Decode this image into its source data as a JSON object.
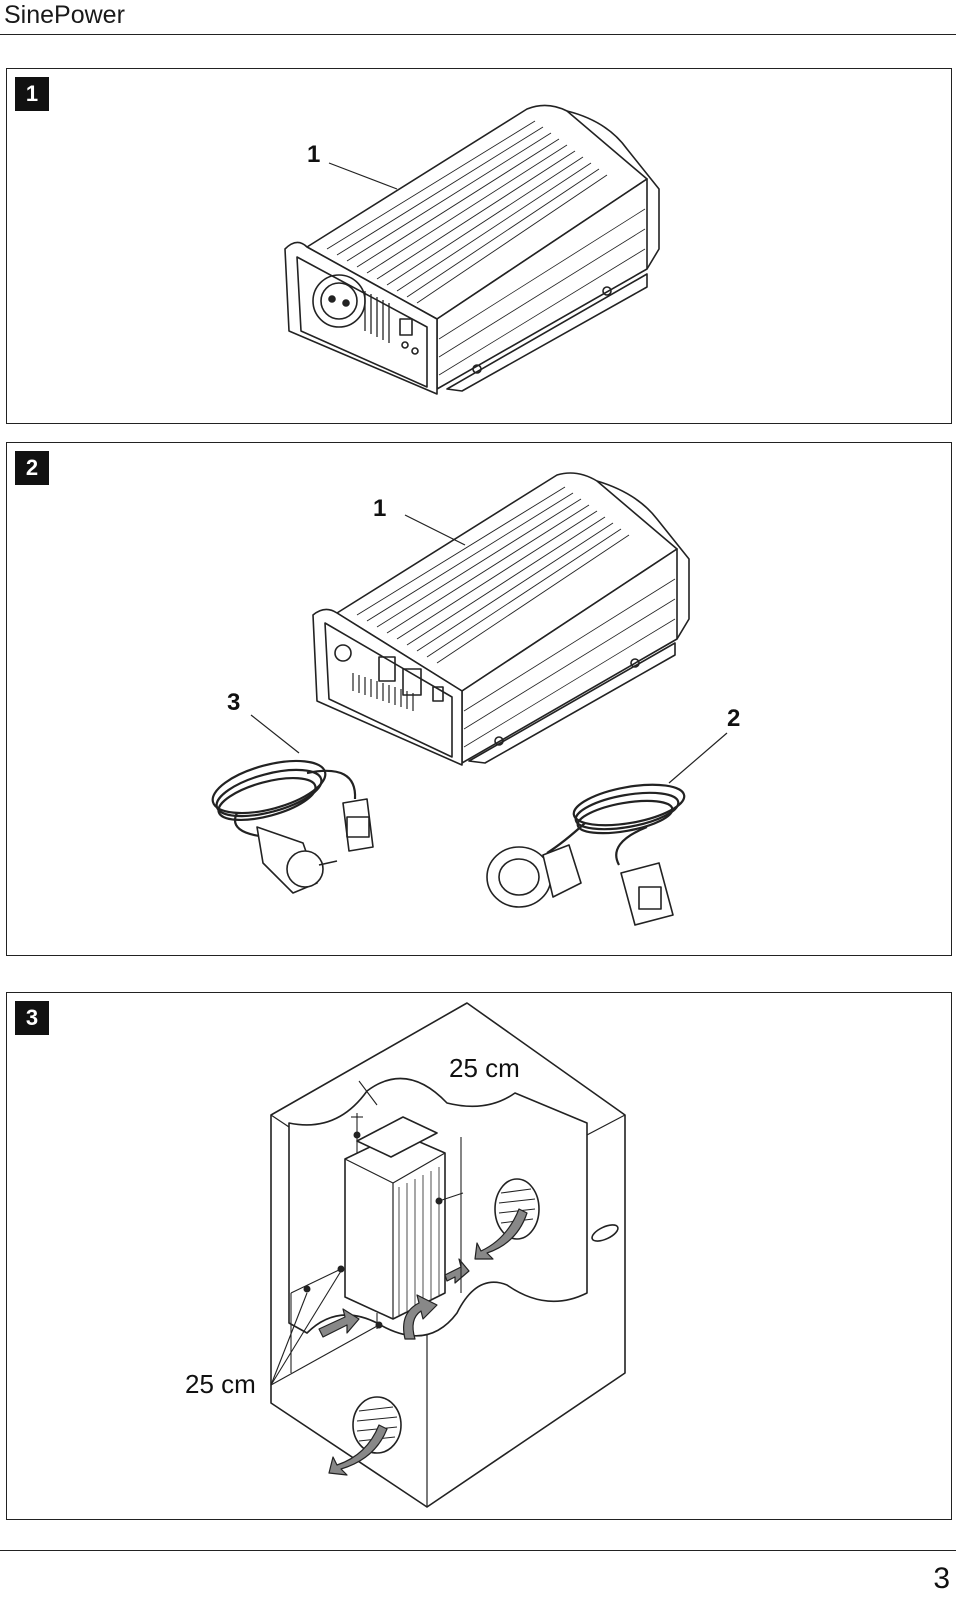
{
  "header": {
    "title": "SinePower"
  },
  "figures": [
    {
      "number": "1",
      "callouts": [
        "1"
      ]
    },
    {
      "number": "2",
      "callouts": [
        "1",
        "3",
        "2"
      ]
    },
    {
      "number": "3",
      "dimensions": [
        "25 cm",
        "25 cm"
      ]
    }
  ],
  "footer": {
    "page_number": "3"
  }
}
